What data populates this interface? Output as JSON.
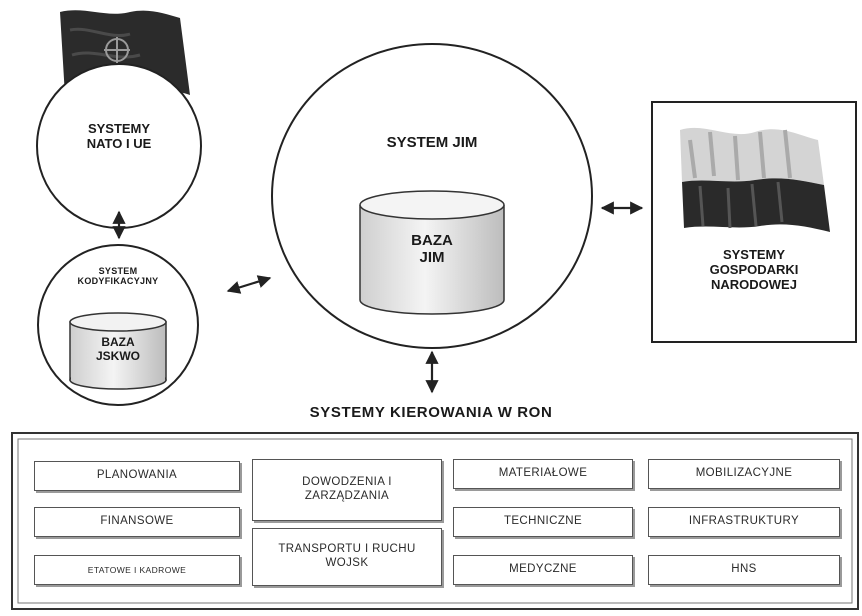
{
  "nato": {
    "title_line1": "SYSTEMY",
    "title_line2": "NATO I UE"
  },
  "kodyfikacyjny": {
    "title_line1": "SYSTEM",
    "title_line2": "KODYFIKACYJNY",
    "db_line1": "BAZA",
    "db_line2": "JSKWO"
  },
  "jim": {
    "title": "SYSTEM JIM",
    "db_line1": "BAZA",
    "db_line2": "JIM"
  },
  "gospodarka": {
    "title_line1": "SYSTEMY",
    "title_line2": "GOSPODARKI",
    "title_line3": "NARODOWEJ"
  },
  "kierowanie": {
    "title": "SYSTEMY KIEROWANIA W RON",
    "items": [
      "PLANOWANIA",
      "FINANSOWE",
      "ETATOWE I KADROWE",
      "DOWODZENIA I ZARZĄDZANIA",
      "TRANSPORTU I RUCHU WOJSK",
      "MATERIAŁOWE",
      "TECHNICZNE",
      "MEDYCZNE",
      "MOBILIZACYJNE",
      "INFRASTRUKTURY",
      "HNS"
    ]
  },
  "colors": {
    "line": "#333333",
    "flag_dark": "#2a2a2a",
    "flag_light": "#cfcfcf",
    "db_fill": "#e6e6e6"
  }
}
